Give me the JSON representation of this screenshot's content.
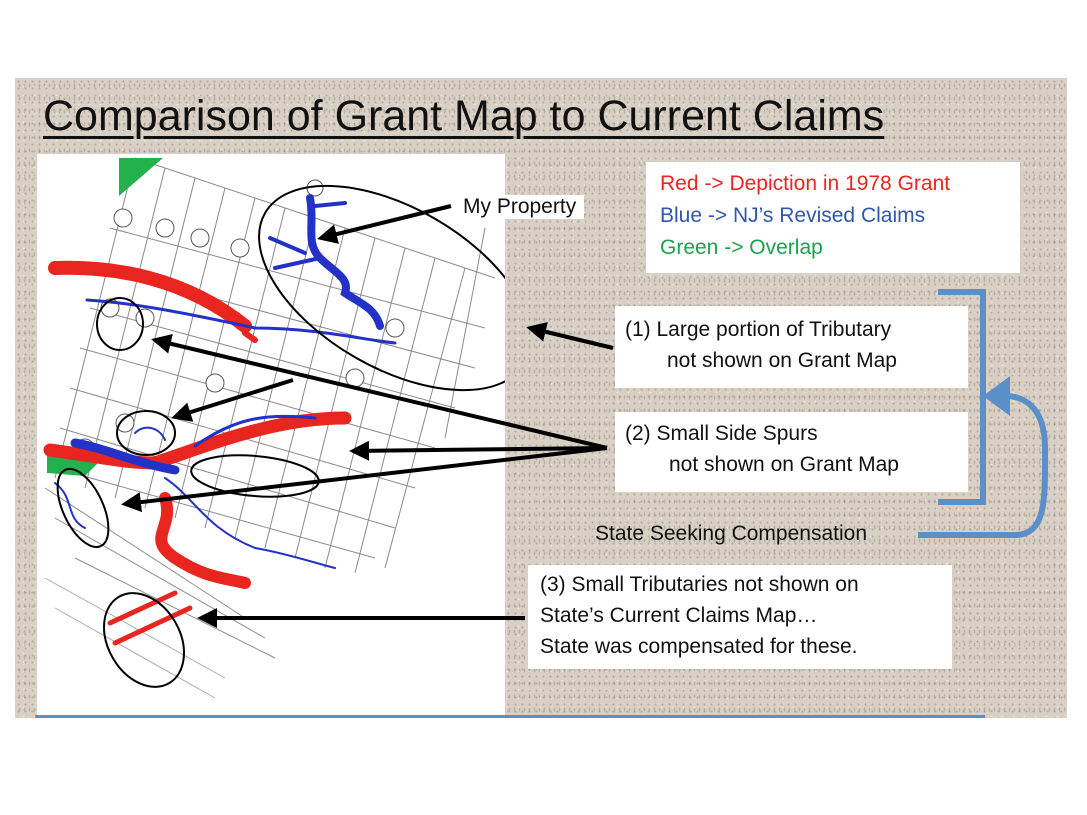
{
  "slide": {
    "title": "Comparison of Grant Map to Current Claims",
    "legend": {
      "red": "Red -> Depiction in 1978 Grant",
      "blue": "Blue -> NJ’s Revised Claims",
      "green": "Green -> Overlap"
    },
    "colors": {
      "red": "#e8261f",
      "blue": "#2f56b0",
      "green": "#1aa34a",
      "bracket": "#5b8fc7"
    },
    "my_property_label": "My Property",
    "callout_1": {
      "line1": "(1)  Large portion of Tributary",
      "line2": "not shown on Grant Map"
    },
    "callout_2": {
      "line1": "(2) Small Side Spurs",
      "line2": "not shown on Grant Map"
    },
    "state_seeking": "State Seeking Compensation",
    "callout_3": {
      "line1": "(3) Small Tributaries not shown on",
      "line2": "State’s Current Claims Map…",
      "line3": "State was compensated for these."
    }
  }
}
